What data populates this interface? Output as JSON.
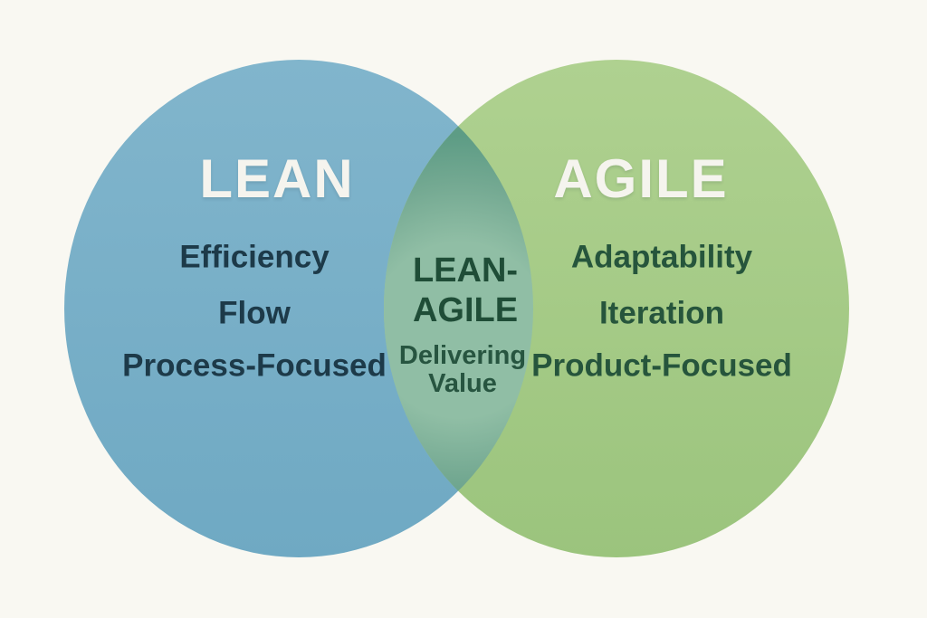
{
  "venn": {
    "left_circle": {
      "title": "LEAN",
      "items": [
        "Efficiency",
        "Flow",
        "Process-Focused"
      ]
    },
    "right_circle": {
      "title": "AGILE",
      "items": [
        "Adaptability",
        "Iteration",
        "Product-Focused"
      ]
    },
    "overlap": {
      "title_line1": "LEAN-",
      "title_line2": "AGILE",
      "subtitle_line1": "Delivering",
      "subtitle_line2": "Value"
    },
    "colors": {
      "background": "#f9f8f2",
      "blue-top": "#81b5cc",
      "blue-bottom": "#6fa9c3",
      "green-top": "#afd190",
      "green-bottom": "#9bc47d",
      "overlap-center": "#90bea5",
      "overlap-mid": "#74a992",
      "overlap-edge": "#5d9c85",
      "heading-text": "#f5f4ee",
      "left-item-text": "#1d3a49",
      "right-item-text": "#26553c",
      "overlap-title-text": "#1f4d37",
      "overlap-subtitle-text": "#275540"
    }
  }
}
